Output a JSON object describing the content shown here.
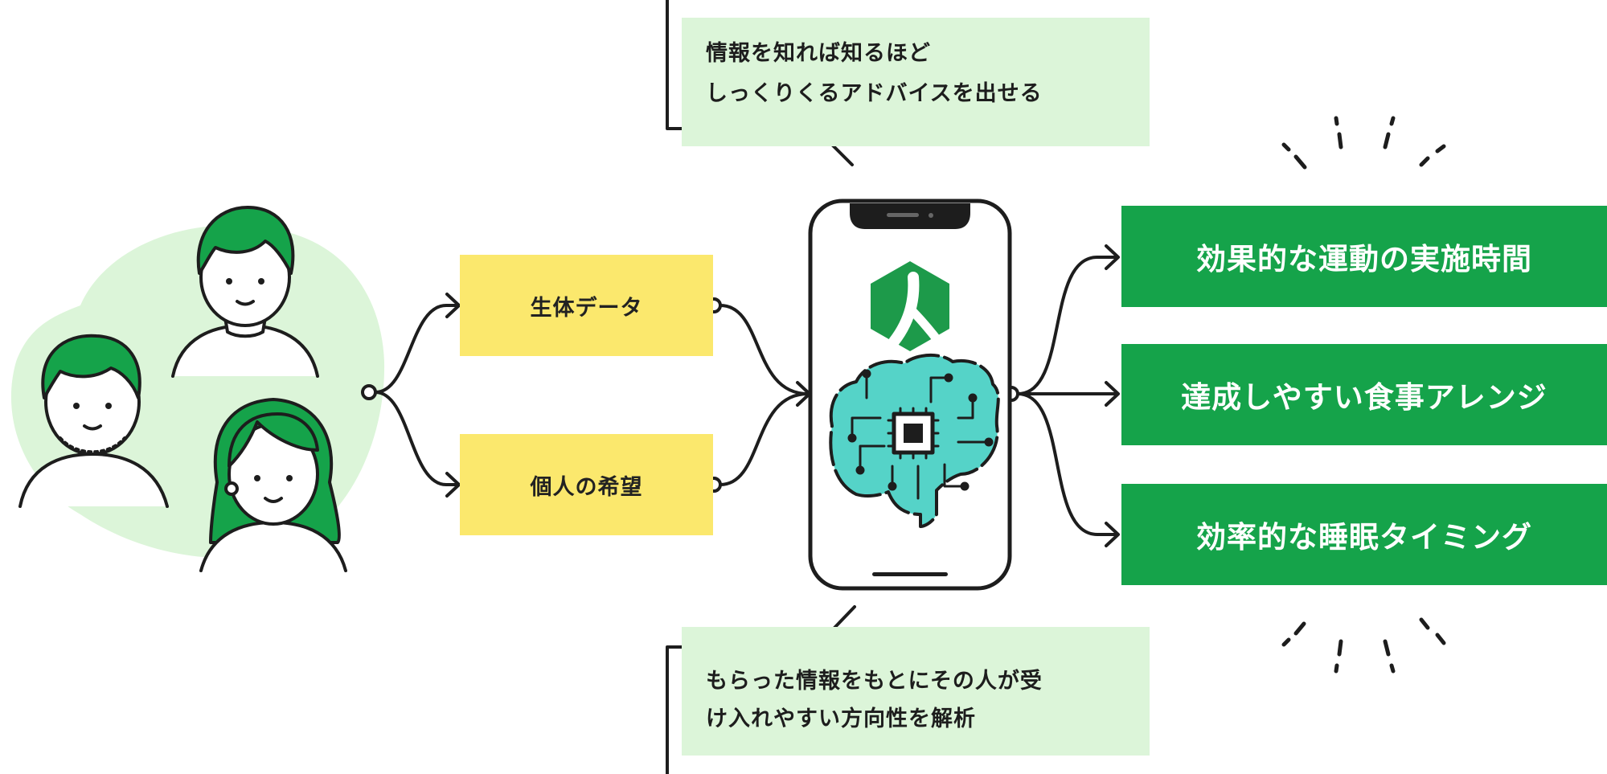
{
  "callouts": {
    "top": {
      "line1": "情報を知れば知るほど",
      "line2": "しっくりくるアドバイスを出せる"
    },
    "bottom": {
      "line1": "もらった情報をもとにその人が受",
      "line2": "け入れやすい方向性を解析"
    }
  },
  "inputs": [
    {
      "label": "生体データ"
    },
    {
      "label": "個人の希望"
    }
  ],
  "outputs": [
    {
      "label": "効果的な運動の実施時間"
    },
    {
      "label": "達成しやすい食事アレンジ"
    },
    {
      "label": "効率的な睡眠タイミング"
    }
  ],
  "colors": {
    "accent_green": "#15a34a",
    "light_green": "#dcf5d9",
    "input_yellow": "#fbe86d",
    "brain_teal": "#55d3c8",
    "line": "#1d1d1d"
  },
  "icons": [
    "people-group-icon",
    "smartphone-icon",
    "app-logo-icon",
    "ai-brain-chip-icon",
    "sparkle-burst-icon"
  ]
}
